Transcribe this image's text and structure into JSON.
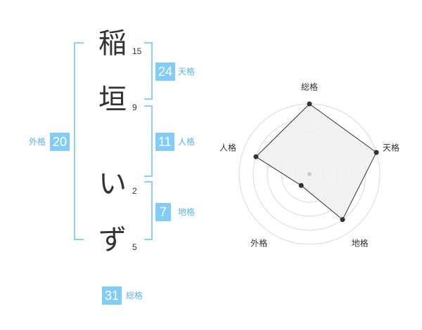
{
  "characters": [
    {
      "char": "稲",
      "strokes": "15"
    },
    {
      "char": "垣",
      "strokes": "9"
    },
    {
      "char": "い",
      "strokes": "2"
    },
    {
      "char": "ず",
      "strokes": "5"
    }
  ],
  "kaku": {
    "tenkaku": {
      "label": "天格",
      "value": "24"
    },
    "jinkaku": {
      "label": "人格",
      "value": "11"
    },
    "chikaku": {
      "label": "地格",
      "value": "7"
    },
    "gaikaku": {
      "label": "外格",
      "value": "20"
    },
    "soukaku": {
      "label": "総格",
      "value": "31"
    }
  },
  "chart_data": {
    "type": "radar",
    "axes": [
      "総格",
      "天格",
      "地格",
      "外格",
      "人格"
    ],
    "values": [
      5,
      5,
      4,
      1,
      4
    ],
    "max": 5,
    "rings": 5
  },
  "colors": {
    "badge": "#82cdf7",
    "bracket": "#8cd0f5",
    "label": "#5bb4ea"
  }
}
